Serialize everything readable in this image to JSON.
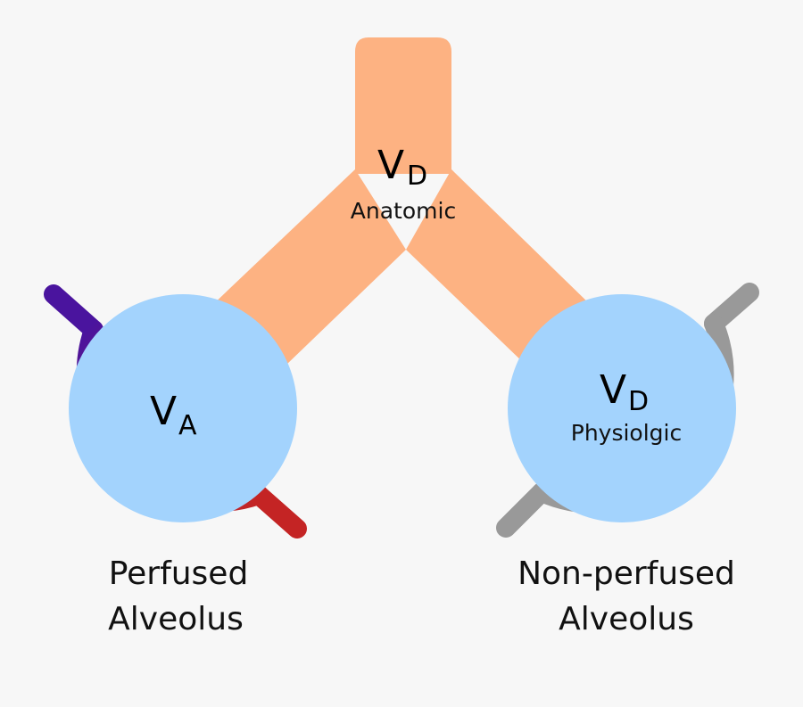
{
  "anatomic": {
    "symbol": "V",
    "subscript": "D",
    "label": "Anatomic"
  },
  "perfused": {
    "symbol": "V",
    "subscript": "A",
    "caption_line1": "Perfused",
    "caption_line2": "Alveolus"
  },
  "nonperfused": {
    "symbol": "V",
    "subscript": "D",
    "label": "Physiolgic",
    "caption_line1": "Non-perfused",
    "caption_line2": "Alveolus"
  },
  "colors": {
    "airway": "#fdb282",
    "alveolus": "#a3d3fd",
    "vessel_start": "#4a149e",
    "vessel_end": "#c42424",
    "vessel_none": "#999999",
    "background": "#f7f7f7"
  }
}
